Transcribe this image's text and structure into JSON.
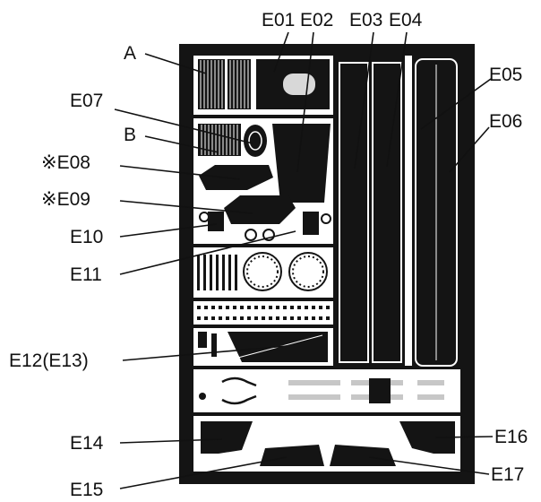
{
  "colors": {
    "fret": "#141414",
    "panel_bg": "#ffffff",
    "leader": "#111111",
    "label_text": "#111111"
  },
  "labels": {
    "E01": "E01",
    "E02": "E02",
    "E03": "E03",
    "E04": "E04",
    "E05": "E05",
    "E06": "E06",
    "E07": "E07",
    "E08": "※E08",
    "E09": "※E09",
    "E10": "E10",
    "E11": "E11",
    "E12": "E12(E13)",
    "E14": "E14",
    "E15": "E15",
    "E16": "E16",
    "E17": "E17",
    "A": "A",
    "B": "B"
  }
}
